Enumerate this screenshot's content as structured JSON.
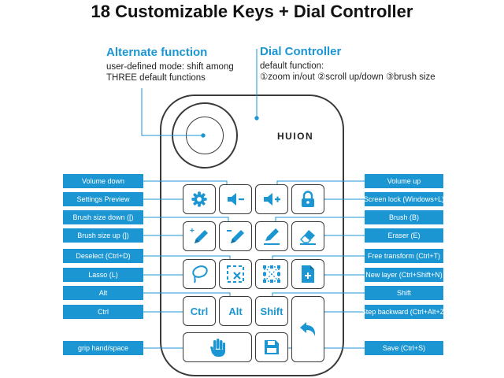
{
  "title": "18 Customizable Keys + Dial Controller",
  "brand": "HUION",
  "alternate": {
    "title": "Alternate function",
    "line1": "user-defined mode: shift among",
    "line2": "THREE default functions"
  },
  "dial": {
    "title": "Dial Controller",
    "line1": "default function:",
    "line2": "①zoom in/out  ②scroll up/down  ③brush size"
  },
  "keys": {
    "ctrl": "Ctrl",
    "alt": "Alt",
    "shift": "Shift"
  },
  "left_labels": [
    "Volume down",
    "Settings Preview",
    "Brush size down ([)",
    "Brush size up (])",
    "Deselect (Ctrl+D)",
    "Lasso (L)",
    "Alt",
    "Ctrl",
    "grip hand/space"
  ],
  "right_labels": [
    "Volume up",
    "Screen lock (Windows+L)",
    "Brush (B)",
    "Eraser (E)",
    "Free transform (Ctrl+T)",
    "New layer (Ctrl+Shift+N)",
    "Shift",
    "Step backward (Ctrl+Alt+Z)",
    "Save (Ctrl+S)"
  ],
  "icons": {
    "settings": "gear-icon",
    "volume_down": "volume-down-icon",
    "volume_up": "volume-up-icon",
    "lock": "lock-icon",
    "brush_up": "brush-plus-icon",
    "brush_down": "brush-minus-icon",
    "brush": "brush-icon",
    "eraser": "eraser-icon",
    "lasso": "lasso-icon",
    "deselect": "deselect-icon",
    "transform": "transform-icon",
    "new_layer": "new-layer-icon",
    "undo": "undo-arrow-icon",
    "hand": "hand-icon",
    "save": "save-icon"
  },
  "colors": {
    "accent": "#1b96d3",
    "outline": "#3a3a3a"
  }
}
